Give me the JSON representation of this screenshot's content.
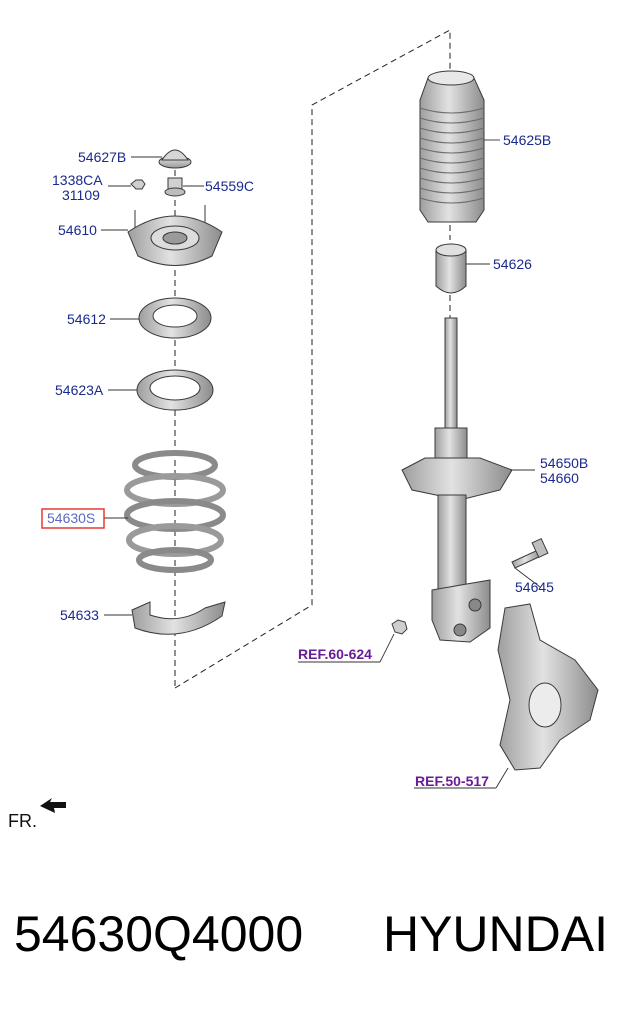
{
  "labels": {
    "p54627B": "54627B",
    "p1338CA": "1338CA",
    "p31109": "31109",
    "p54559C": "54559C",
    "p54610": "54610",
    "p54612": "54612",
    "p54623A": "54623A",
    "p54630S": "54630S",
    "p54633": "54633",
    "p54625B": "54625B",
    "p54626": "54626",
    "p54650B": "54650B",
    "p54660": "54660",
    "p54645": "54645"
  },
  "refs": {
    "ref_60_624": "REF.60-624",
    "ref_50_517": "REF.50-517"
  },
  "direction": "FR.",
  "footer": {
    "part_number": "54630Q4000",
    "brand": "HYUNDAI"
  },
  "colors": {
    "label": "#1a2a8c",
    "ref": "#6a1b9a",
    "highlight": "#e53935",
    "part_fill": "#c9c9c9"
  }
}
